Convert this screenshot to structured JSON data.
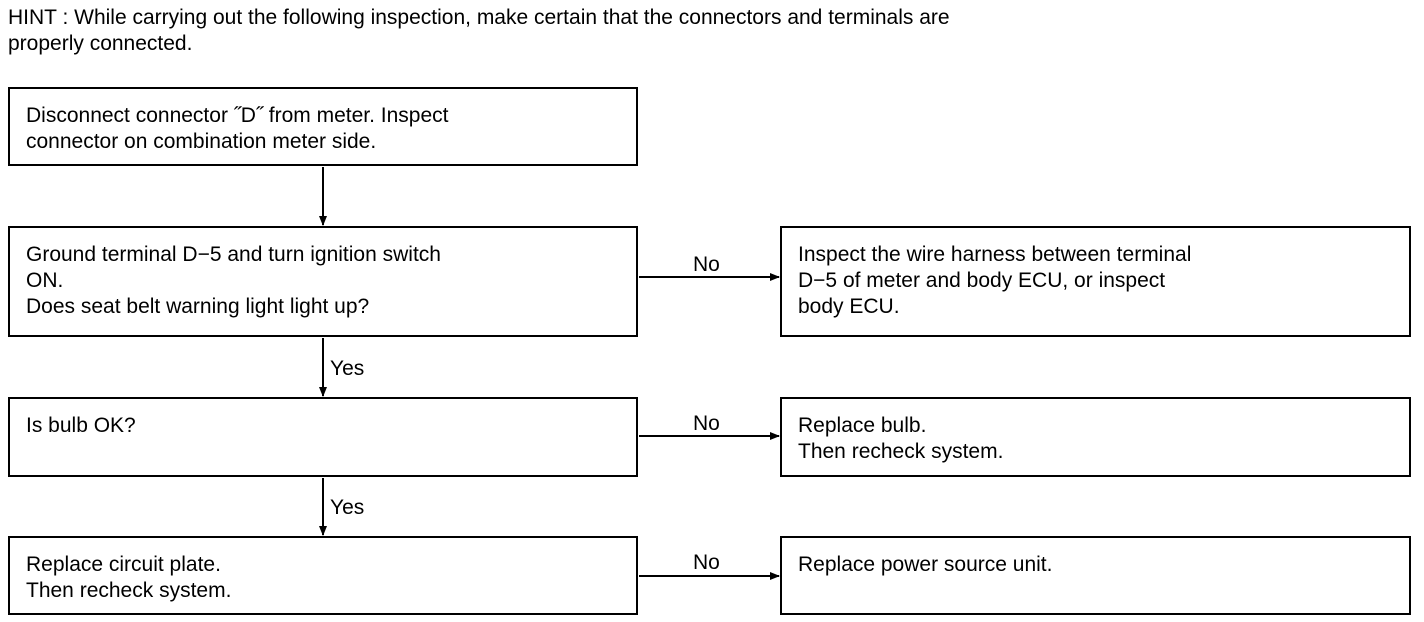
{
  "hint": "HINT : While carrying out the following inspection, make certain that the connectors and terminals are\nproperly connected.",
  "steps": [
    {
      "text": "Disconnect connector ˝D˝  from meter. Inspect\nconnector on combination meter side."
    },
    {
      "text": "Ground terminal D−5 and turn ignition switch\nON.\nDoes seat belt warning light light up?"
    },
    {
      "text": "Is bulb OK?"
    },
    {
      "text": "Replace circuit plate.\nThen recheck system."
    }
  ],
  "results": [
    {
      "text": "Inspect the wire harness between terminal\nD−5 of meter and body ECU, or inspect\nbody ECU."
    },
    {
      "text": "Replace bulb.\nThen recheck system."
    },
    {
      "text": "Replace power source unit."
    }
  ],
  "labels": {
    "no": "No",
    "yes": "Yes"
  }
}
